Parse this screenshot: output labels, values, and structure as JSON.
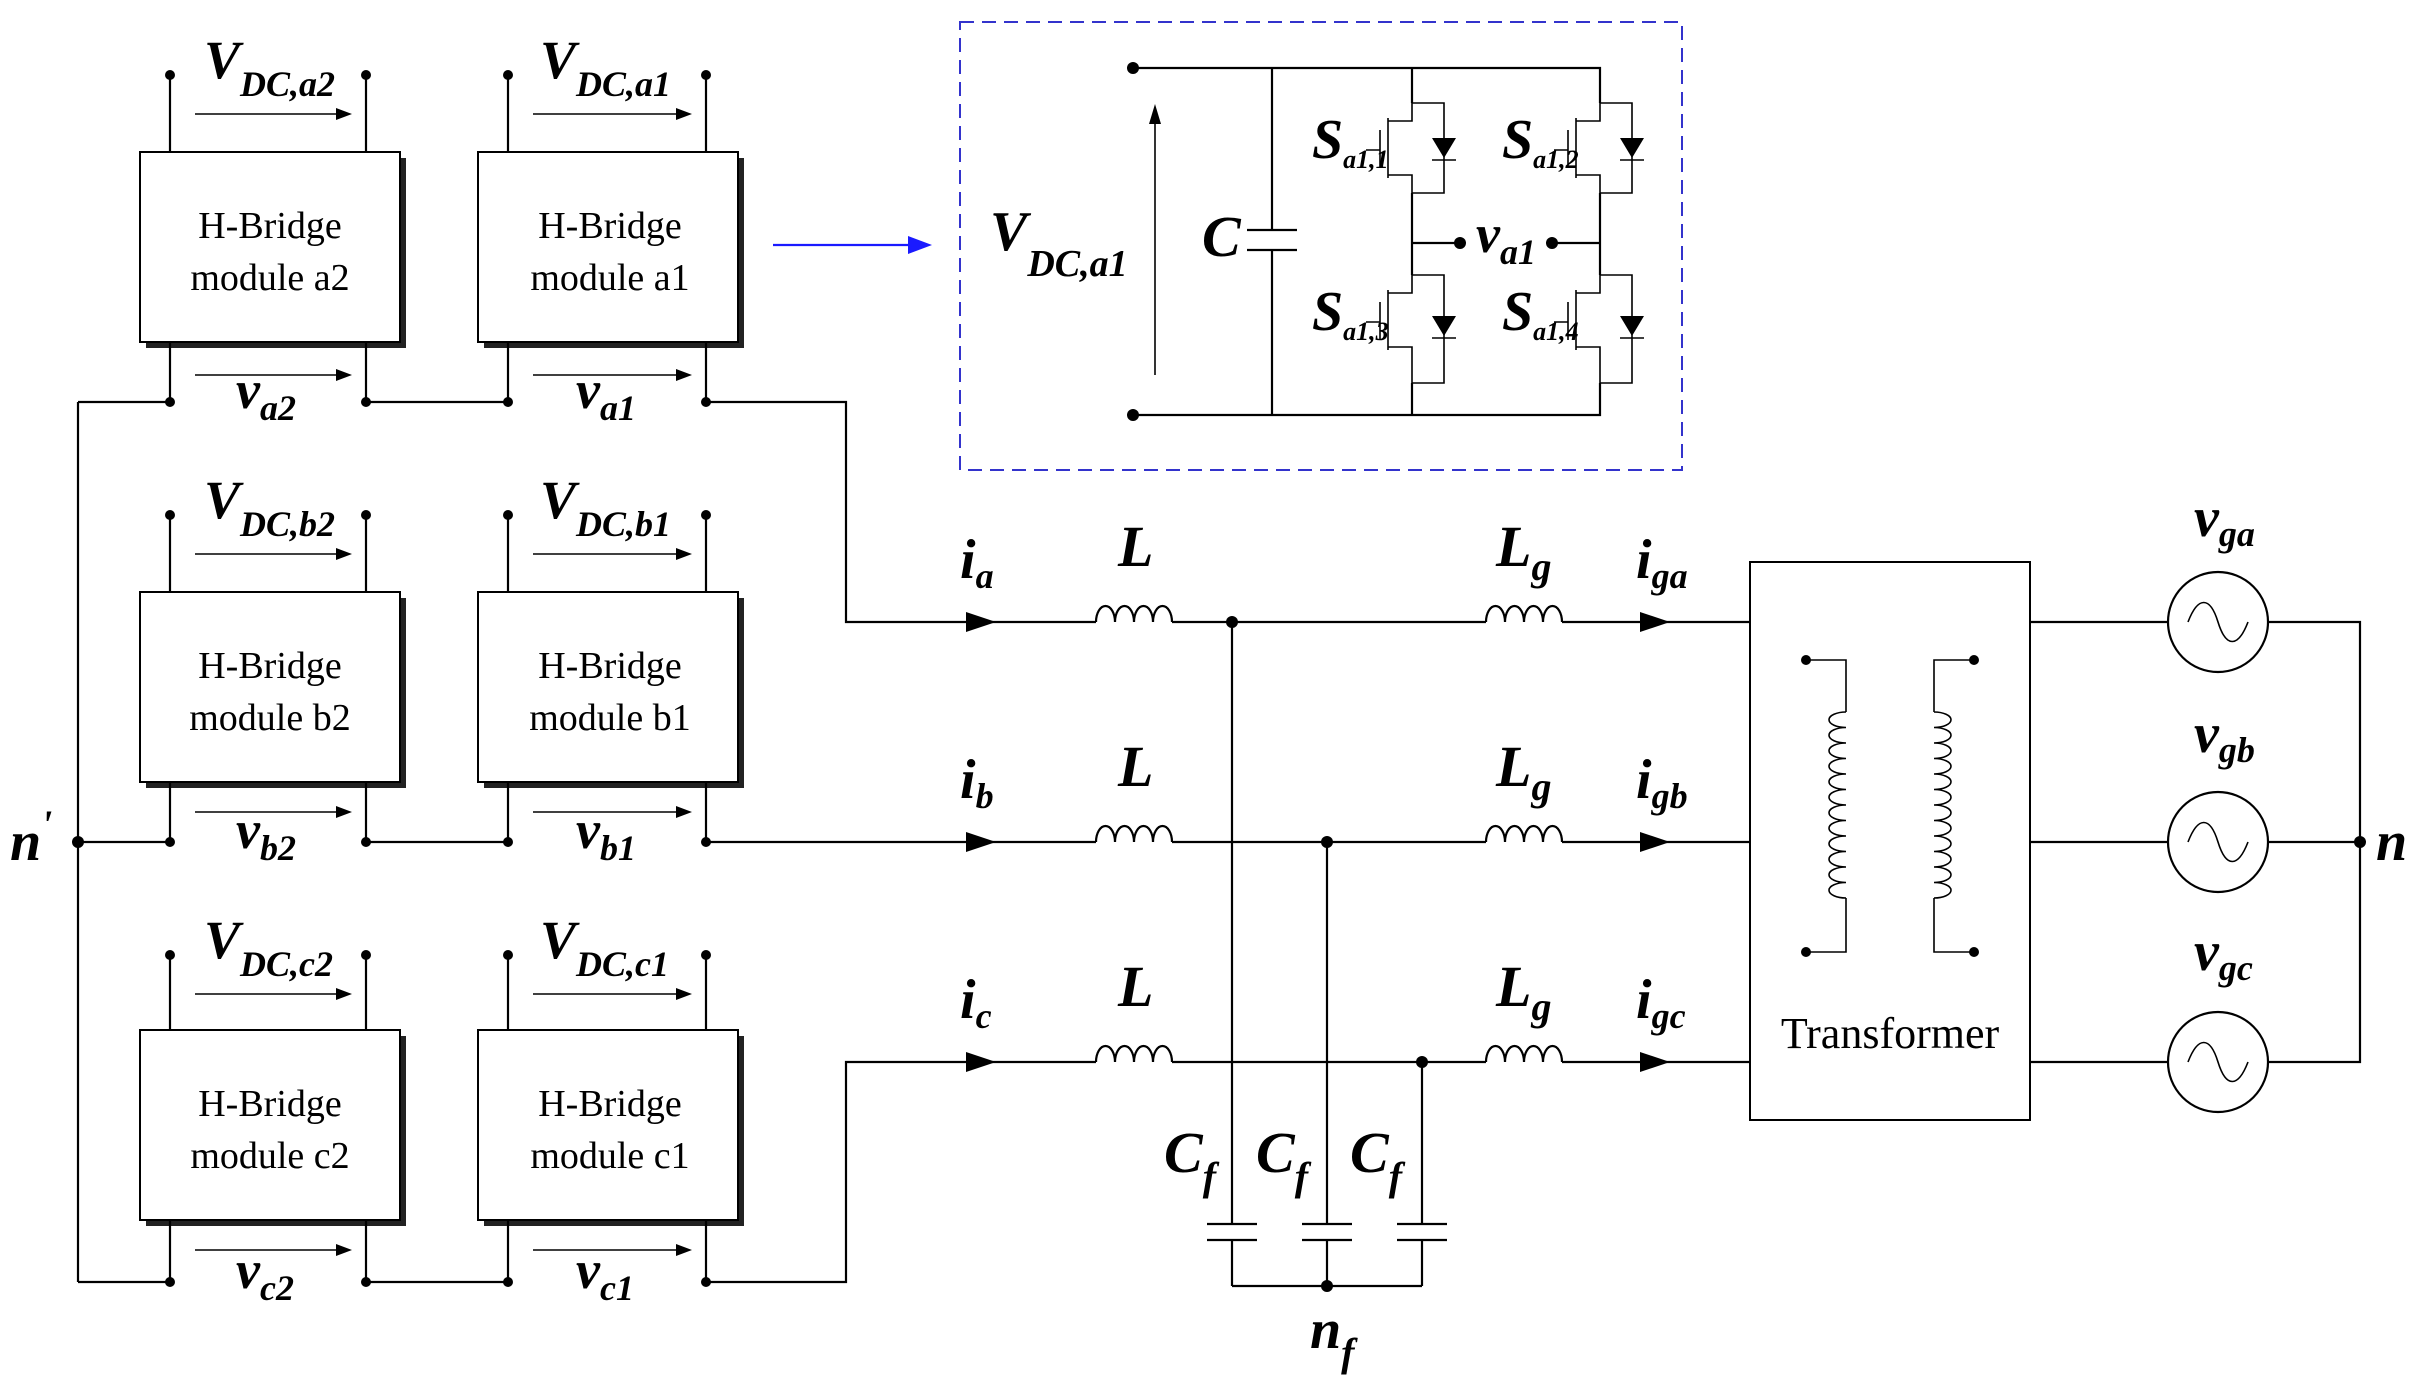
{
  "colors": {
    "line": "#000000",
    "inset_border": "#3333cc",
    "zoom_arrow": "#1a1aff"
  },
  "modules": [
    {
      "id": "a2",
      "line1": "H-Bridge",
      "line2": "module a2",
      "vdc_main": "V",
      "vdc_sub": "DC,a2",
      "v_main": "v",
      "v_sub": "a2"
    },
    {
      "id": "a1",
      "line1": "H-Bridge",
      "line2": "module a1",
      "vdc_main": "V",
      "vdc_sub": "DC,a1",
      "v_main": "v",
      "v_sub": "a1"
    },
    {
      "id": "b2",
      "line1": "H-Bridge",
      "line2": "module b2",
      "vdc_main": "V",
      "vdc_sub": "DC,b2",
      "v_main": "v",
      "v_sub": "b2"
    },
    {
      "id": "b1",
      "line1": "H-Bridge",
      "line2": "module b1",
      "vdc_main": "V",
      "vdc_sub": "DC,b1",
      "v_main": "v",
      "v_sub": "b1"
    },
    {
      "id": "c2",
      "line1": "H-Bridge",
      "line2": "module c2",
      "vdc_main": "V",
      "vdc_sub": "DC,c2",
      "v_main": "v",
      "v_sub": "c2"
    },
    {
      "id": "c1",
      "line1": "H-Bridge",
      "line2": "module c1",
      "vdc_main": "V",
      "vdc_sub": "DC,c1",
      "v_main": "v",
      "v_sub": "c1"
    }
  ],
  "inset": {
    "vdc_main": "V",
    "vdc_sub": "DC,a1",
    "cap_label": "C",
    "out_main": "v",
    "out_sub": "a1",
    "switches": [
      {
        "main": "S",
        "sub": "a1,1"
      },
      {
        "main": "S",
        "sub": "a1,2"
      },
      {
        "main": "S",
        "sub": "a1,3"
      },
      {
        "main": "S",
        "sub": "a1,4"
      }
    ]
  },
  "phases": [
    {
      "i_main": "i",
      "i_sub": "a",
      "L": "L",
      "Lg_main": "L",
      "Lg_sub": "g",
      "ig_main": "i",
      "ig_sub": "ga",
      "vg_main": "v",
      "vg_sub": "ga"
    },
    {
      "i_main": "i",
      "i_sub": "b",
      "L": "L",
      "Lg_main": "L",
      "Lg_sub": "g",
      "ig_main": "i",
      "ig_sub": "gb",
      "vg_main": "v",
      "vg_sub": "gb"
    },
    {
      "i_main": "i",
      "i_sub": "c",
      "L": "L",
      "Lg_main": "L",
      "Lg_sub": "g",
      "ig_main": "i",
      "ig_sub": "gc",
      "vg_main": "v",
      "vg_sub": "gc"
    }
  ],
  "filter_caps": [
    {
      "main": "C",
      "sub": "f"
    },
    {
      "main": "C",
      "sub": "f"
    },
    {
      "main": "C",
      "sub": "f"
    }
  ],
  "nodes": {
    "n_prime_main": "n",
    "n_prime_sup": "'",
    "n": "n",
    "nf_main": "n",
    "nf_sub": "f"
  },
  "transformer": {
    "label": "Transformer"
  }
}
